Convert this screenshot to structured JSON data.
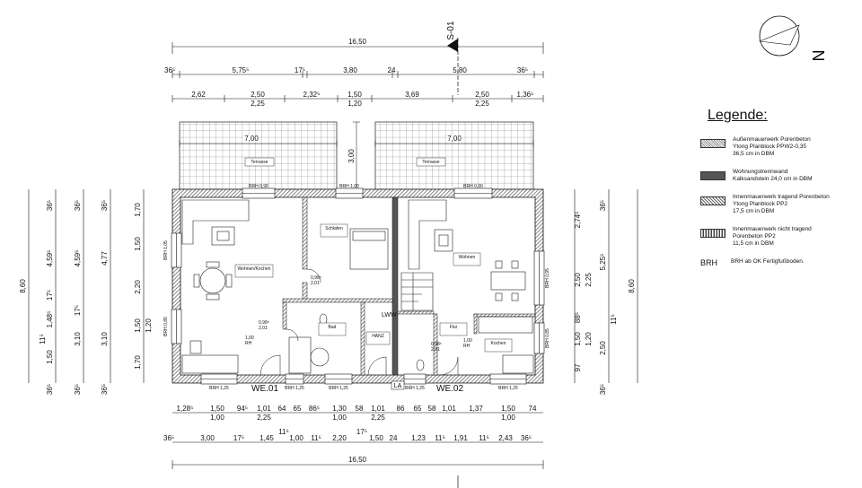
{
  "section_marker": "S-01",
  "north_symbol": "N",
  "dims_top": {
    "overall": "16,50",
    "row2": [
      "36⁵",
      "5,75⁵",
      "17⁵",
      "3,80",
      "24",
      "5,80",
      "36⁵"
    ],
    "row3": [
      "2,62",
      "2,50",
      "2,32⁵",
      "1,50",
      "3,69",
      "2,50",
      "1,36⁵"
    ],
    "row3_sub": [
      "2,25",
      "1,20",
      "2,25"
    ],
    "terrace_width_left": "7,00",
    "terrace_width_right": "7,00",
    "terrace_depth": "3,00"
  },
  "dims_bottom": {
    "row1": [
      "1,28⁵",
      "1,50",
      "94⁵",
      "1,01",
      "64",
      "65",
      "86⁵",
      "1,30",
      "58",
      "1,01",
      "86",
      "65",
      "58",
      "1,01",
      "1,37",
      "1,50",
      "74"
    ],
    "row1_sub": [
      "1,00",
      "2,25",
      "1,00",
      "2,25",
      "1,00"
    ],
    "row2": [
      "36⁵",
      "3,00",
      "17⁵",
      "1,45",
      "11⁵",
      "1,00",
      "11⁵",
      "2,20",
      "17⁵",
      "1,50",
      "24",
      "1,23",
      "11⁵",
      "1,91",
      "11⁵",
      "2,43",
      "36⁵"
    ],
    "overall": "16,50"
  },
  "dims_left": {
    "overall": "8,60",
    "col1": [
      "36⁵",
      "4,59⁵",
      "17⁵",
      "1,48⁵",
      "11⁵",
      "1,50",
      "36⁵"
    ],
    "col2": [
      "36⁵",
      "4,59⁵",
      "17⁵",
      "3,10",
      "36⁵"
    ],
    "col3": [
      "36⁵",
      "4,77",
      "3,10",
      "36⁵"
    ],
    "col4": [
      "1,70",
      "1,50",
      "2,20",
      "1,50",
      "1,20",
      "1,70"
    ]
  },
  "dims_right": {
    "overall": "8,60",
    "col1": [
      "2,74⁵",
      "2,50",
      "2,25",
      "88⁵",
      "1,50",
      "1,20",
      "97"
    ],
    "col2": [
      "36⁵",
      "5,25⁵",
      "11⁵",
      "2,50",
      "36⁵"
    ]
  },
  "rooms": {
    "terrasse_left": "Terrasse",
    "terrasse_right": "Terrasse",
    "wohnen_kochen": "Wohnen/Kochen",
    "schlafen": "Schlafen",
    "bad": "Bad",
    "hanz": "HANZ",
    "wohnen": "Wohnen",
    "flur": "Flur",
    "kochen": "Kochen"
  },
  "units": {
    "left": "WE.01",
    "right": "WE.02"
  },
  "markers": {
    "brh_090": "BRH 0,90",
    "brh_100": "BRH 1,00",
    "brh_125": "BRH 1,25",
    "brh_105": "BRH 1,05",
    "brh_085": "BRH 0,85",
    "brh_095": "BRH 0,95",
    "lww": "LWW",
    "la": "LA",
    "door_098": "0,98⁵",
    "door_201": "2,01",
    "door_100": "1,00",
    "rh": "RH"
  },
  "legend": {
    "title": "Legende:",
    "items": [
      {
        "text": [
          "Außenmauerwerk Porenbeton",
          "Ytong Planblock PPW2-0,35",
          "36,5 cm in DBM"
        ]
      },
      {
        "text": [
          "Wohnungstrennwand",
          "Kalksandstein 24,0 cm in DBM"
        ]
      },
      {
        "text": [
          "Innenmauerwerk tragend Porenbeton",
          "Ytong Planblock PP2",
          "17,5 cm in DBM"
        ]
      },
      {
        "text": [
          "Innenmauerwerk nicht tragend",
          "Porenbeton PP2",
          "11,5 cm in DBM"
        ]
      }
    ],
    "brh_key": "BRH",
    "brh_text": "BRH ab OK Fertigfußboden."
  },
  "colors": {
    "line": "#111111",
    "wall_fill": "#7a7a7a",
    "hatch": "#555555"
  }
}
